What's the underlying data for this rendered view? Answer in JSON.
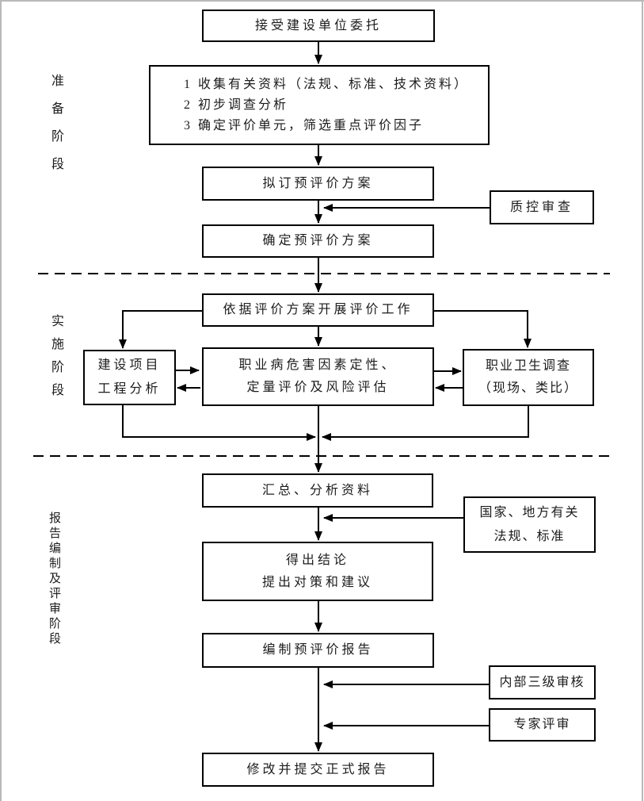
{
  "phases": [
    {
      "label": "准备阶段"
    },
    {
      "label": "实施阶段"
    },
    {
      "label": "报告编制及评审阶段"
    }
  ],
  "nodes": {
    "accept": "接受建设单位委托",
    "collect_lines": [
      "1 收集有关资料（法规、标准、技术资料）",
      "2 初步调查分析",
      "3 确定评价单元，筛选重点评价因子"
    ],
    "draft_plan": "拟订预评价方案",
    "qc_review": "质控审查",
    "confirm_plan": "确定预评价方案",
    "carry_out": "依据评价方案开展评价工作",
    "project_analysis_lines": [
      "建设项目",
      "工程分析"
    ],
    "hazard_eval_lines": [
      "职业病危害因素定性、",
      "定量评价及风险评估"
    ],
    "oh_survey_lines": [
      "职业卫生调查",
      "（现场、类比）"
    ],
    "summarize": "汇总、分析资料",
    "regulations_lines": [
      "国家、地方有关",
      "法规、标准"
    ],
    "conclusion_lines": [
      "得出结论",
      "提出对策和建议"
    ],
    "compile_report": "编制预评价报告",
    "internal_review": "内部三级审核",
    "expert_review": "专家评审",
    "final_report": "修改并提交正式报告"
  },
  "colors": {
    "line": "#000000",
    "box_border": "#000000",
    "page_edge": "#b9b9b9",
    "background": "#ffffff"
  }
}
